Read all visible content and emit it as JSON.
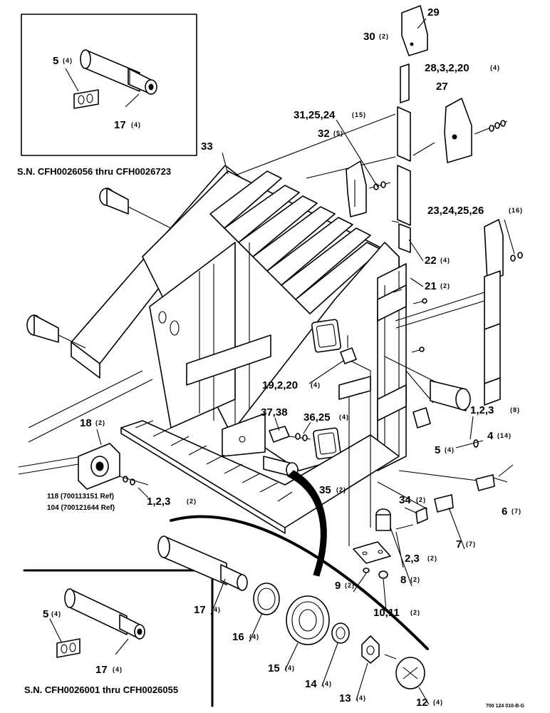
{
  "insets": {
    "top": {
      "serial": "S.N. CFH0026056 thru CFH0026723",
      "labels": [
        {
          "num": "5",
          "qty": "(4)"
        },
        {
          "num": "17",
          "qty": "(4)"
        }
      ]
    },
    "bottom": {
      "serial": "S.N. CFH0026001 thru CFH0026055",
      "labels": [
        {
          "num": "5",
          "qty": "(4)"
        },
        {
          "num": "17",
          "qty": "(4)"
        }
      ]
    }
  },
  "callouts": [
    {
      "num": "29",
      "qty": ""
    },
    {
      "num": "30",
      "qty": "(2)"
    },
    {
      "num": "28,3,2,20",
      "qty": "(4)"
    },
    {
      "num": "27",
      "qty": ""
    },
    {
      "num": "31,25,24",
      "qty": "(15)"
    },
    {
      "num": "32",
      "qty": "(5)"
    },
    {
      "num": "33",
      "qty": ""
    },
    {
      "num": "23,24,25,26",
      "qty": "(16)"
    },
    {
      "num": "22",
      "qty": "(4)"
    },
    {
      "num": "21",
      "qty": "(2)"
    },
    {
      "num": "19,2,20",
      "qty": "(4)"
    },
    {
      "num": "37,38",
      "qty": ""
    },
    {
      "num": "36,25",
      "qty": "(4)"
    },
    {
      "num": "18",
      "qty": "(2)"
    },
    {
      "num": "1,2,3",
      "qty": "(8)"
    },
    {
      "num": "4",
      "qty": "(14)"
    },
    {
      "num": "5",
      "qty": "(4)"
    },
    {
      "num": "6",
      "qty": "(7)"
    },
    {
      "num": "1,2,3",
      "qty": "(2)"
    },
    {
      "num": "35",
      "qty": "(2)"
    },
    {
      "num": "34",
      "qty": "(2)"
    },
    {
      "num": "7",
      "qty": "(7)"
    },
    {
      "num": "2,3",
      "qty": "(2)"
    },
    {
      "num": "8",
      "qty": "(2)"
    },
    {
      "num": "9",
      "qty": "(2)"
    },
    {
      "num": "10,11",
      "qty": "(2)"
    },
    {
      "num": "17",
      "qty": "(4)"
    },
    {
      "num": "16",
      "qty": "(4)"
    },
    {
      "num": "15",
      "qty": "(4)"
    },
    {
      "num": "14",
      "qty": "(4)"
    },
    {
      "num": "13",
      "qty": "(4)"
    },
    {
      "num": "12",
      "qty": "(4)"
    }
  ],
  "references": [
    "118 (700113151 Ref)",
    "104 (700121644 Ref)"
  ],
  "drawing_code": "700 124 010-B-G"
}
